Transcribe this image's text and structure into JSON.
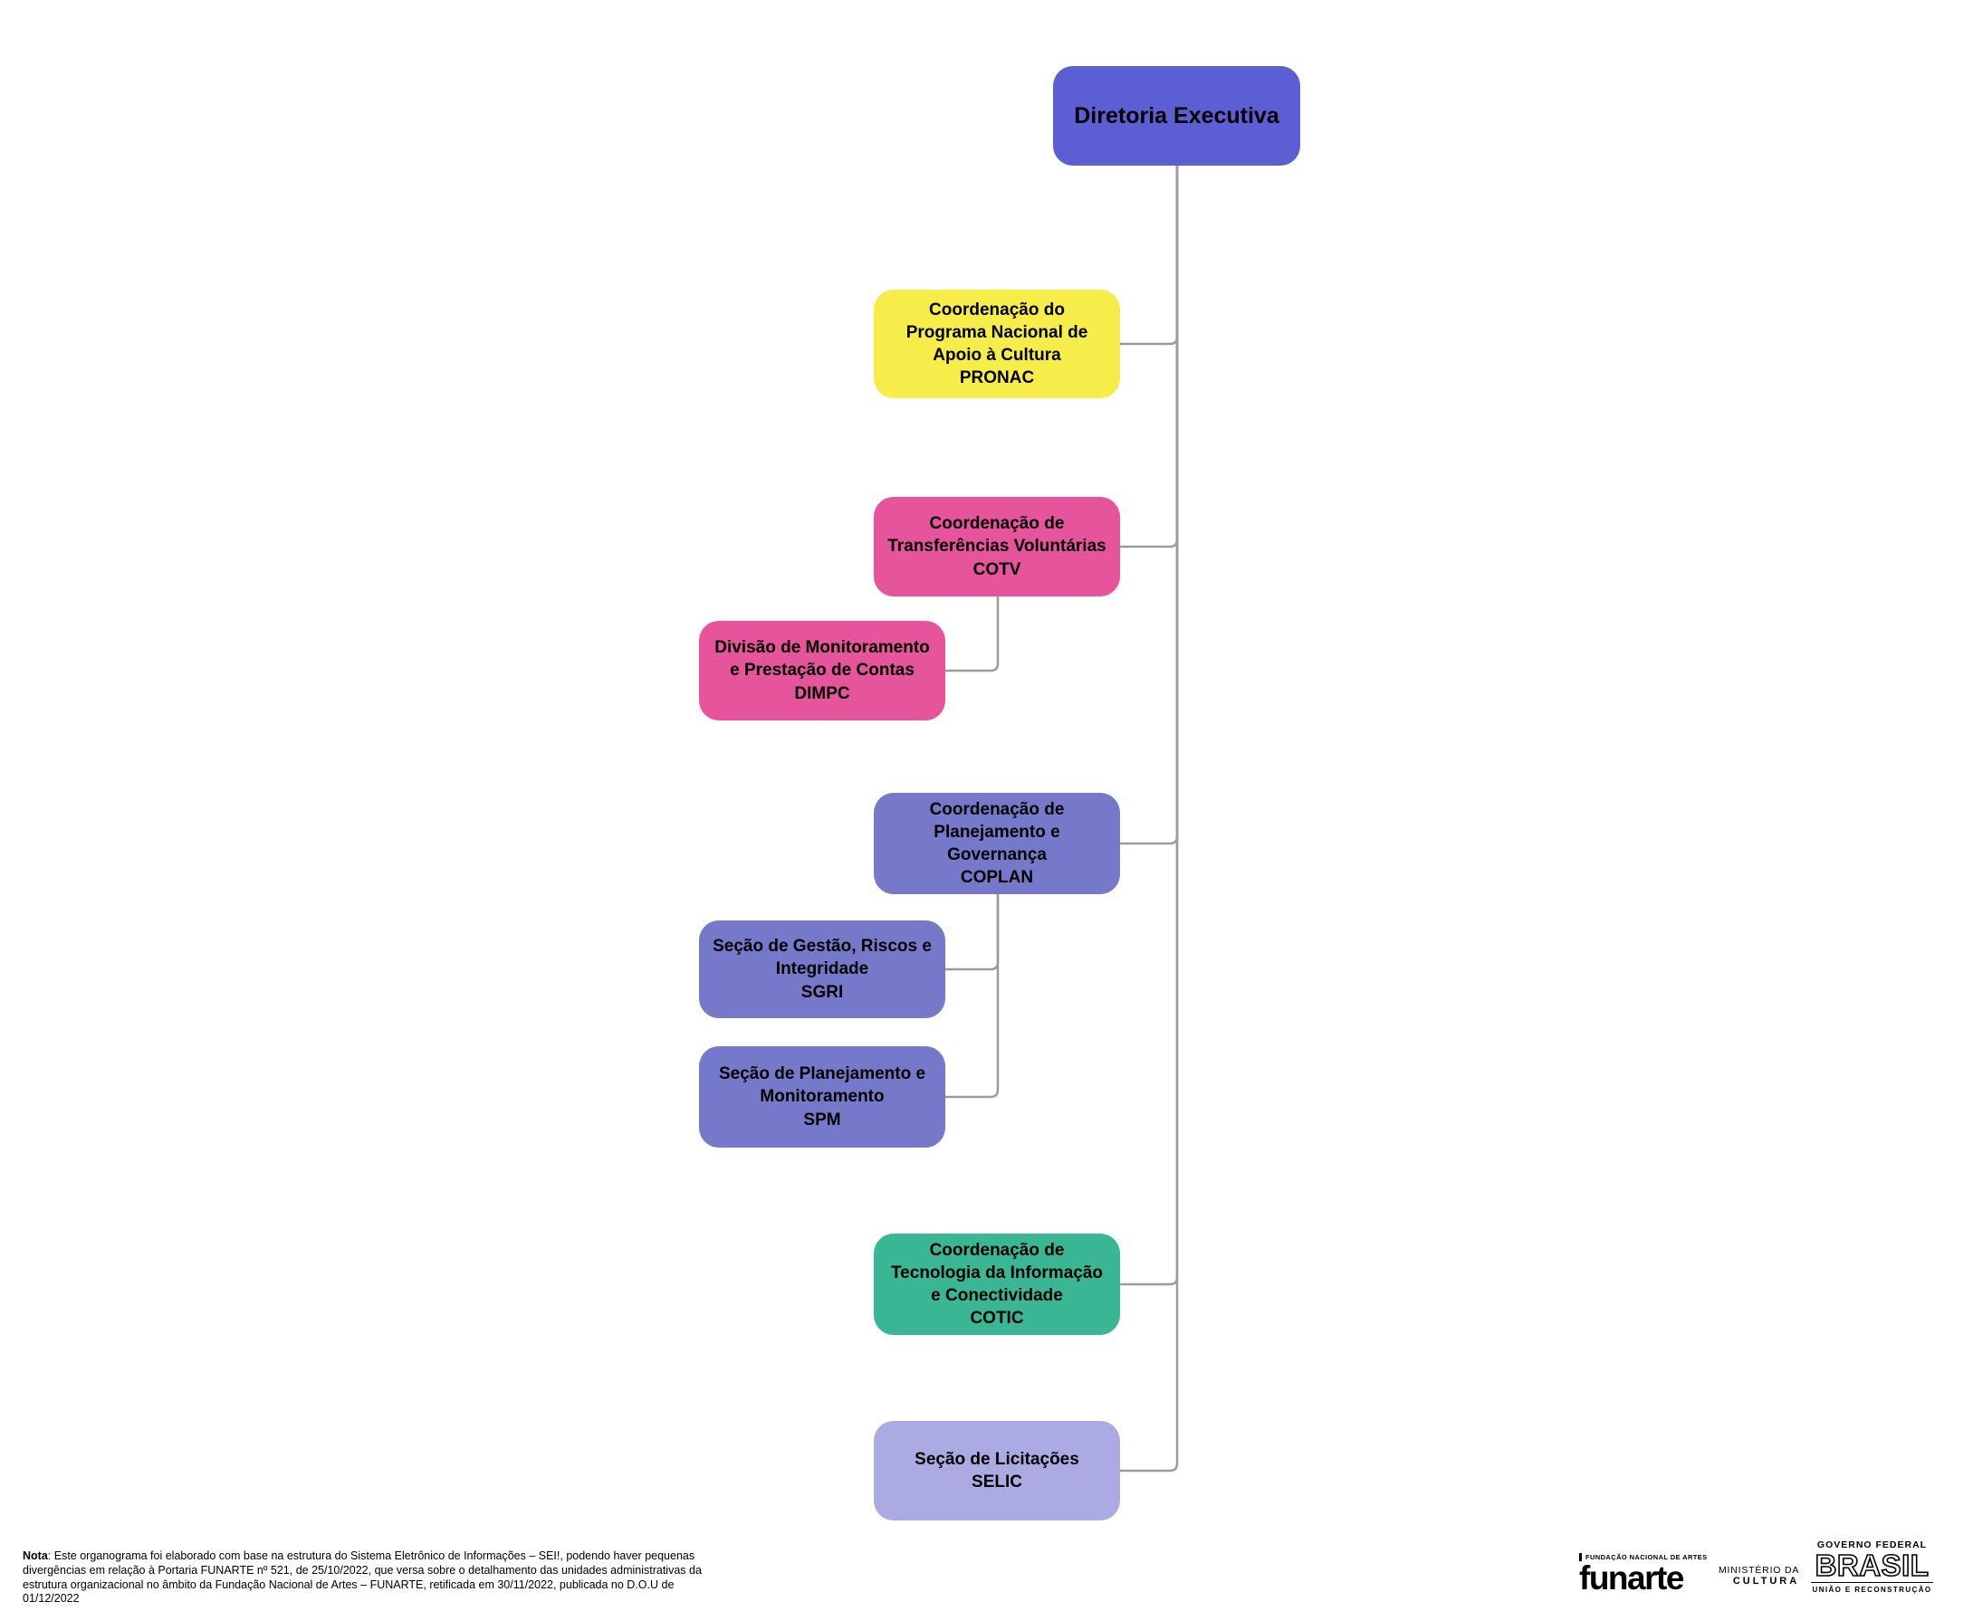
{
  "org": {
    "connector_color": "#9C9C9C",
    "root": {
      "label": "Diretoria Executiva",
      "color": "#5C5ED4"
    },
    "nodes": [
      {
        "id": "pronac",
        "parent": "Diretoria Executiva",
        "label": "Coordenação do\nPrograma Nacional de\nApoio à Cultura\nPRONAC",
        "color": "#F7ED4A"
      },
      {
        "id": "cotv",
        "parent": "Diretoria Executiva",
        "label": "Coordenação de\nTransferências Voluntárias\nCOTV",
        "color": "#E6549C"
      },
      {
        "id": "dimpc",
        "parent": "COTV",
        "label": "Divisão de Monitoramento\ne Prestação de Contas\nDIMPC",
        "color": "#E6549C"
      },
      {
        "id": "coplan",
        "parent": "Diretoria Executiva",
        "label": "Coordenação de\nPlanejamento e\nGovernança\nCOPLAN",
        "color": "#7679C9"
      },
      {
        "id": "sgri",
        "parent": "COPLAN",
        "label": "Seção de Gestão, Riscos e\nIntegridade\nSGRI",
        "color": "#7679C9"
      },
      {
        "id": "spm",
        "parent": "COPLAN",
        "label": "Seção de Planejamento e\nMonitoramento\nSPM",
        "color": "#7679C9"
      },
      {
        "id": "cotic",
        "parent": "Diretoria Executiva",
        "label": "Coordenação de\nTecnologia da Informação\ne Conectividade\nCOTIC",
        "color": "#3BB694"
      },
      {
        "id": "selic",
        "parent": "Diretoria Executiva",
        "label": "Seção de Licitações\nSELIC",
        "color": "#ACAAE3"
      }
    ]
  },
  "note": {
    "label": "Nota",
    "text": ": Este organograma foi elaborado com base na estrutura do Sistema Eletrônico de Informações – SEI!, podendo haver pequenas divergências em relação à Portaria FUNARTE nº 521, de 25/10/2022, que versa sobre o detalhamento das unidades administrativas da estrutura organizacional no âmbito da Fundação Nacional de Artes – FUNARTE, retificada em 30/11/2022, publicada no D.O.U de 01/12/2022"
  },
  "footer": {
    "funarte": {
      "tagline": "FUNDAÇÃO NACIONAL DE ARTES",
      "name": "funarte"
    },
    "ministerio": {
      "line1": "MINISTÉRIO DA",
      "line2": "CULTURA"
    },
    "governo": {
      "top": "GOVERNO FEDERAL",
      "name": "BRASIL",
      "bottom": "UNIÃO E RECONSTRUÇÃO"
    }
  }
}
